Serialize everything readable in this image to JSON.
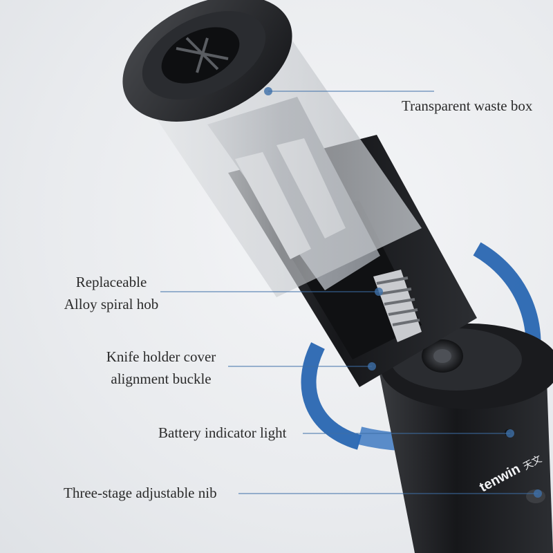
{
  "callouts": {
    "waste_box": "Transparent waste box",
    "spiral_hob": [
      "Replaceable",
      "Alloy spiral hob"
    ],
    "holder_cover": [
      "Knife holder cover",
      "alignment buckle"
    ],
    "battery_light": "Battery indicator light",
    "nib": "Three-stage adjustable nib"
  },
  "brand": {
    "logo_text": "tenwin",
    "logo_cjk": "天文"
  },
  "colors": {
    "accent_blue": "#1f5fae",
    "body_black": "#1c1d20",
    "callout_line": "#3d6fa8"
  }
}
